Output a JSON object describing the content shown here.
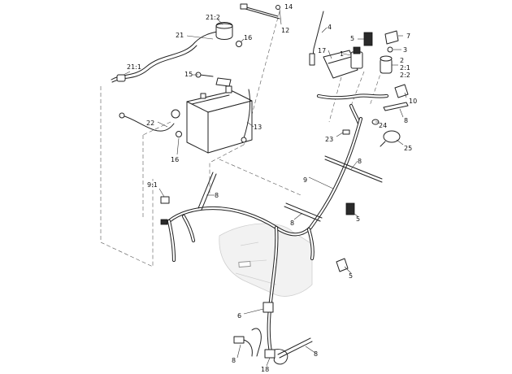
{
  "callouts": {
    "c14": "14",
    "c12": "12",
    "c21_2": "21:2",
    "c21": "21",
    "c16_top": "16",
    "c4": "4",
    "c5_top": "5",
    "c7": "7",
    "c3": "3",
    "c17": "17",
    "c1": "1",
    "c2": "2",
    "c2_1": "2:1",
    "c2_2": "2:2",
    "c21_1": "21:1",
    "c15": "15",
    "c10": "10",
    "c8_right": "8",
    "c22": "22",
    "c13": "13",
    "c24": "24",
    "c23": "23",
    "c25": "25",
    "c16_bottom": "16",
    "c8_mid": "8",
    "c9": "9",
    "c9_1": "9:1",
    "c8_left": "8",
    "c5_mid": "5",
    "c8_center": "8",
    "c5_lower": "5",
    "c6": "6",
    "c8_bl": "8",
    "c18": "18",
    "c8_br": "8"
  }
}
